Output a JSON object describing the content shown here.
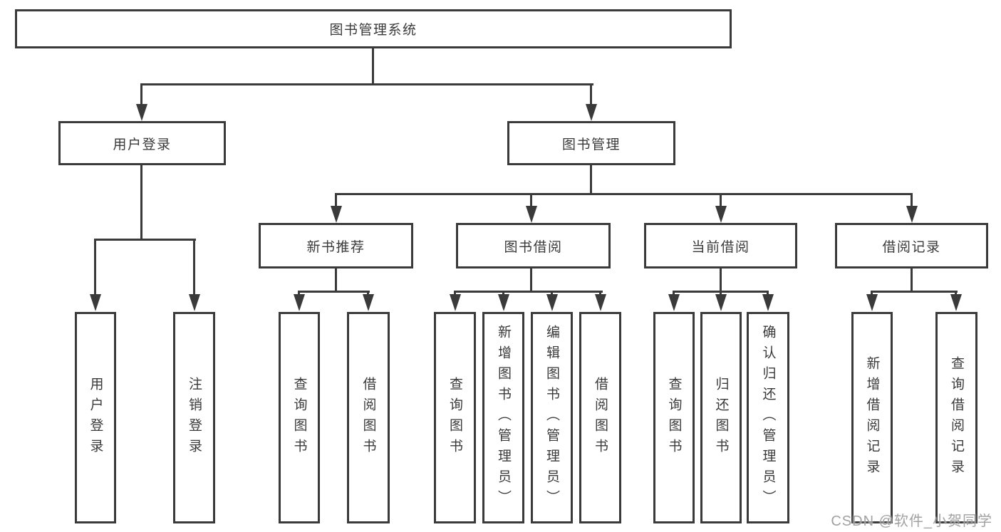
{
  "tree": {
    "root": {
      "label": "图书管理系统",
      "children": [
        {
          "label": "用户登录",
          "children": [
            {
              "label": "用户登录"
            },
            {
              "label": "注销登录"
            }
          ]
        },
        {
          "label": "图书管理",
          "children": [
            {
              "label": "新书推荐",
              "children": [
                {
                  "label": "查询图书"
                },
                {
                  "label": "借阅图书"
                }
              ]
            },
            {
              "label": "图书借阅",
              "children": [
                {
                  "label": "查询图书"
                },
                {
                  "label": "新增图书（管理员）"
                },
                {
                  "label": "编辑图书（管理员）"
                },
                {
                  "label": "借阅图书"
                }
              ]
            },
            {
              "label": "当前借阅",
              "children": [
                {
                  "label": "查询图书"
                },
                {
                  "label": "归还图书"
                },
                {
                  "label": "确认归还（管理员）"
                }
              ]
            },
            {
              "label": "借阅记录",
              "children": [
                {
                  "label": "新增借阅记录"
                },
                {
                  "label": "查询借阅记录"
                }
              ]
            }
          ]
        }
      ]
    }
  },
  "watermark": {
    "text": "CSDN @软件_小贺同学"
  },
  "colors": {
    "line": "#3a3a3a",
    "border": "#3a3a3a",
    "text": "#3a3a3a",
    "background": "#ffffff",
    "watermark": "#949494"
  }
}
